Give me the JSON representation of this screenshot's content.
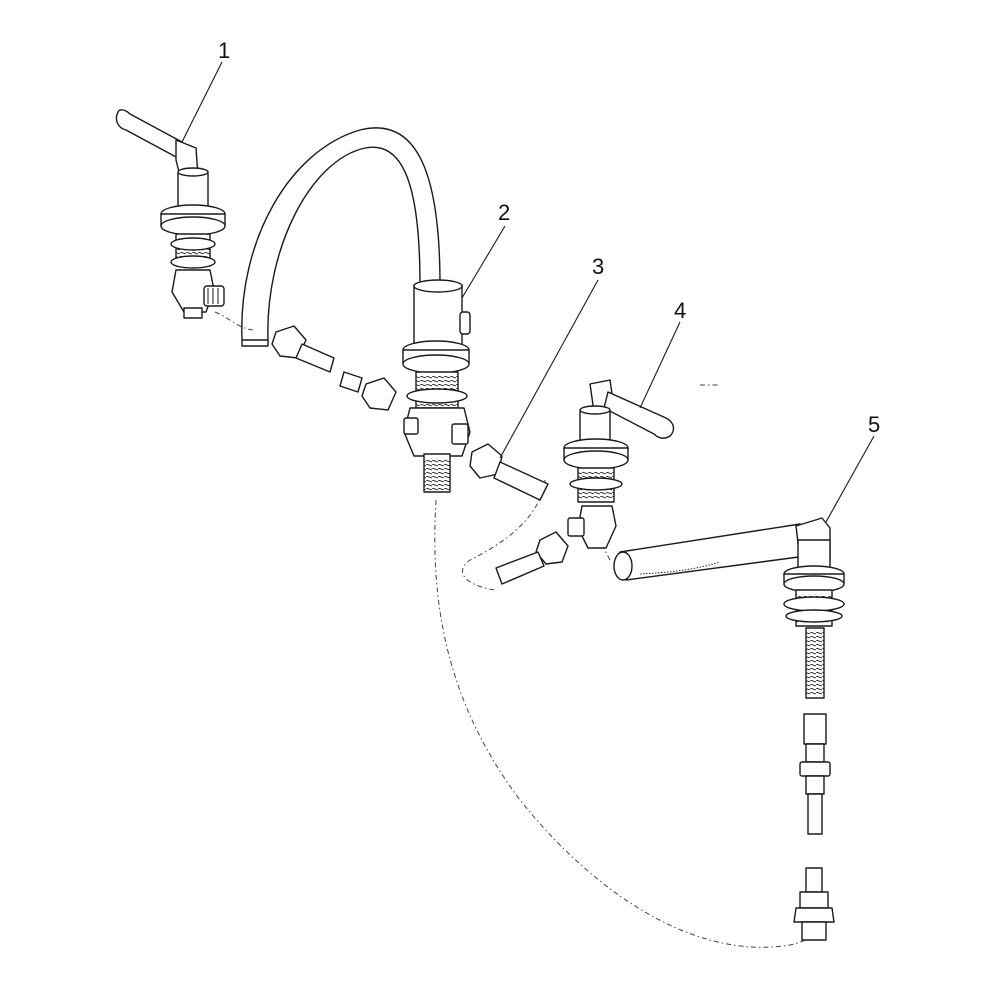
{
  "callouts": [
    {
      "id": "callout-1",
      "text": "1"
    },
    {
      "id": "callout-2",
      "text": "2"
    },
    {
      "id": "callout-3",
      "text": "3"
    },
    {
      "id": "callout-4",
      "text": "4"
    },
    {
      "id": "callout-5",
      "text": "5"
    }
  ],
  "colors": {
    "line": "#1a1a1a",
    "background": "#ffffff"
  }
}
